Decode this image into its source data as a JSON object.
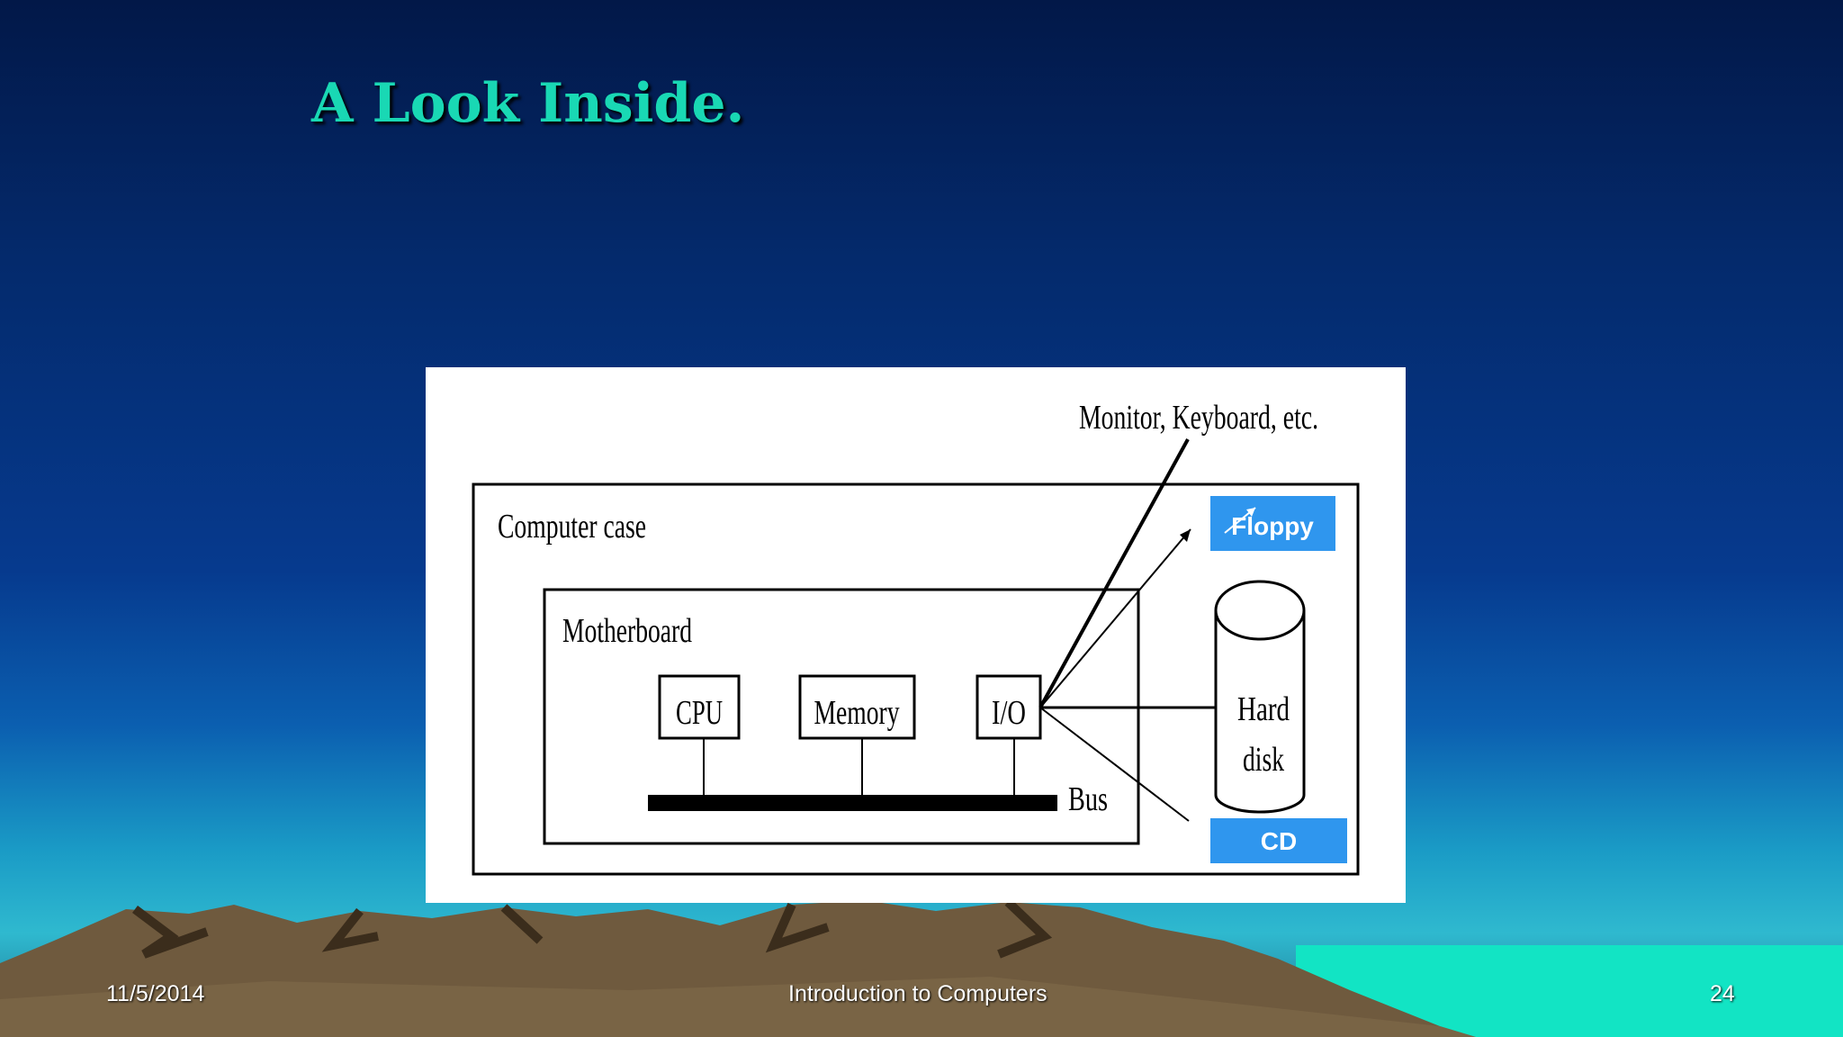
{
  "slide": {
    "title": "A Look Inside."
  },
  "diagram": {
    "external_label": "Monitor, Keyboard, etc.",
    "case_label": "Computer case",
    "motherboard_label": "Motherboard",
    "cpu_label": "CPU",
    "memory_label": "Memory",
    "io_label": "I/O",
    "bus_label": "Bus",
    "hard_disk_line1": "Hard",
    "hard_disk_line2": "disk",
    "floppy_label": "Floppy",
    "cd_label": "CD",
    "accent_color": "#2f96ee"
  },
  "footer": {
    "date": "11/5/2014",
    "course": "Introduction to Computers",
    "page_number": "24"
  }
}
